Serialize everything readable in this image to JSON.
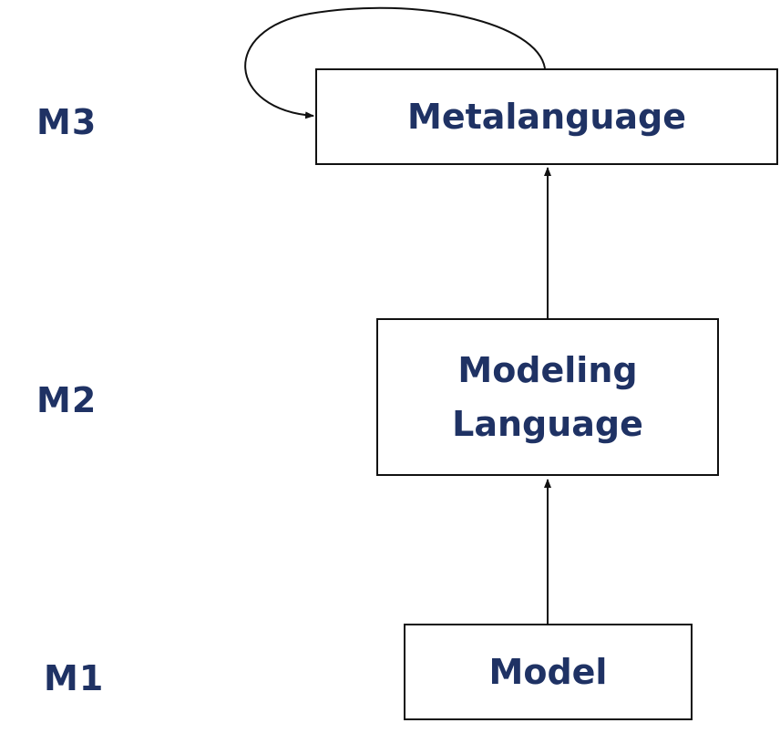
{
  "colors": {
    "text": "#1f3264",
    "line": "#111111",
    "background": "#ffffff"
  },
  "levels": {
    "m3": "M3",
    "m2": "M2",
    "m1": "M1"
  },
  "nodes": {
    "metalanguage": {
      "lines": [
        "Metalanguage"
      ]
    },
    "modeling_language": {
      "lines": [
        "Modeling",
        "Language"
      ]
    },
    "model": {
      "lines": [
        "Model"
      ]
    }
  },
  "edges": [
    {
      "from": "model",
      "to": "modeling_language"
    },
    {
      "from": "modeling_language",
      "to": "metalanguage"
    },
    {
      "from": "metalanguage",
      "to": "metalanguage",
      "kind": "self-loop"
    }
  ]
}
